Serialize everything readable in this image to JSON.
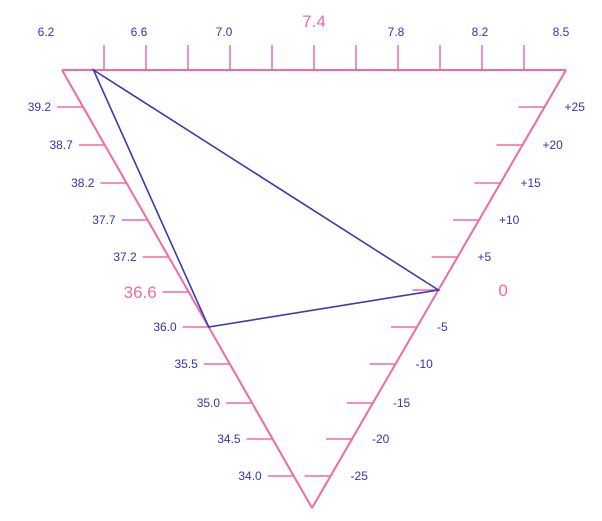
{
  "diagram": {
    "colors": {
      "axis": "#ee6aa7",
      "label": "#3333bb",
      "accent_label": "#ee6aa7",
      "plot_line": "#3b3bb0",
      "background": "#ffffff"
    },
    "top_scale": {
      "labels": [
        "6.2",
        "6.6",
        "7.0",
        "7.4",
        "7.8",
        "8.2",
        "8.5"
      ],
      "accent_label": "7.4"
    },
    "left_scale": {
      "labels": [
        "39.2",
        "38.7",
        "38.2",
        "37.7",
        "37.2",
        "36.6",
        "36.0",
        "35.5",
        "35.0",
        "34.5",
        "34.0"
      ],
      "accent_label": "36.6"
    },
    "right_scale": {
      "labels": [
        "+25",
        "+20",
        "+15",
        "+10",
        "+5",
        "0",
        "-5",
        "-10",
        "-15",
        "-20",
        "-25"
      ],
      "accent_label": "0"
    },
    "plotted_triangle": {
      "vertices": [
        {
          "scale": "top",
          "value": 6.35
        },
        {
          "scale": "right",
          "value": 0
        },
        {
          "scale": "left",
          "value": 36.0
        }
      ]
    }
  }
}
